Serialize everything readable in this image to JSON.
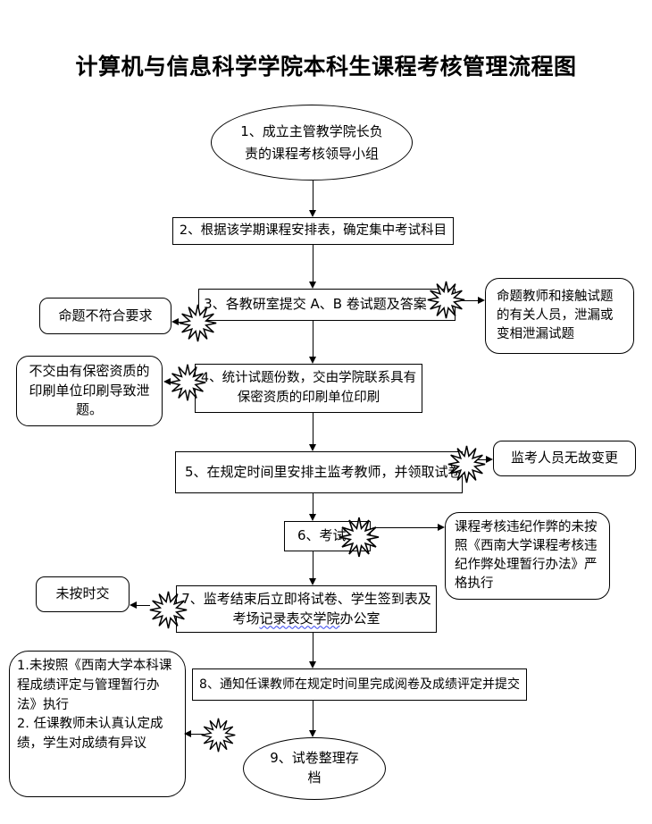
{
  "title": "计算机与信息科学学院本科生课程考核管理流程图",
  "steps": {
    "s1": "1、成立主管教学院长负责的课程考核领导小组",
    "s2": "2、根据该学期课程安排表，确定集中考试科目",
    "s3": "3、各教研室提交 A、B 卷试题及答案",
    "s4": "4、统计试题份数，交由学院联系具有保密资质的印刷单位印刷",
    "s5": "5、在规定时间里安排主监考教师，并领取试卷",
    "s6": "6、考试",
    "s7_before": "7、监考结束后立即将试卷、学生签到表及考场",
    "s7_wavy": "记录表交学院",
    "s7_after": "办公室",
    "s8": "8、通知任课教师在规定时间里完成阅卷及成绩评定并提交",
    "s9": "9、试卷整理存档"
  },
  "notes": {
    "proposition_invalid": "命题不符合要求",
    "leak_by_teachers": "命题教师和接触试题的有关人员，泄漏或变相泄漏试题",
    "print_leak": "不交由有保密资质的印刷单位印刷导致泄题。",
    "proctor_change": "监考人员无故变更",
    "cheating_policy": "课程考核违纪作弊的未按照《西南大学课程考核违纪作弊处理暂行办法》严格执行",
    "late_submission": "未按时交",
    "grading_issue_1": "1.未按照《西南大学本科课程成绩评定与管理暂行办法》执行",
    "grading_issue_2": "2.  任课教师未认真认定成绩，学生对成绩有异议"
  },
  "colors": {
    "line": "#000000",
    "background": "#ffffff",
    "wavy_underline": "#3344ee"
  }
}
